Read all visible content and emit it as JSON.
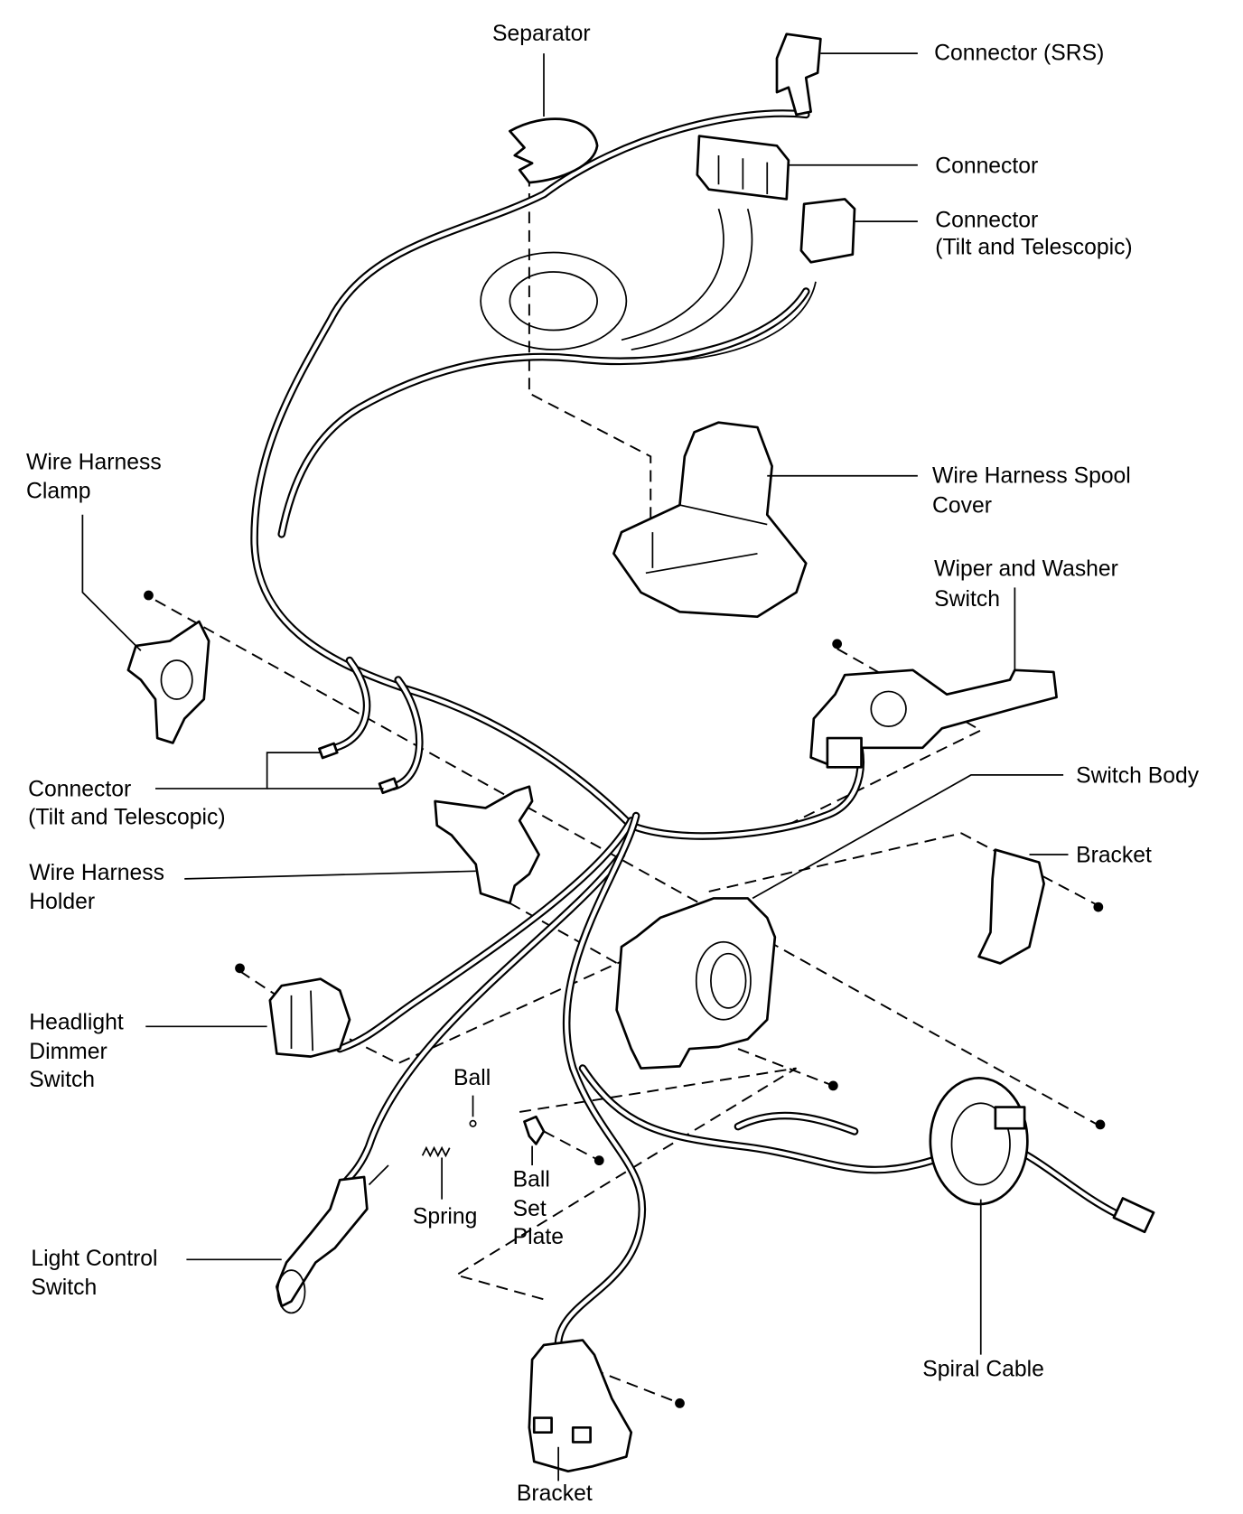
{
  "labels": {
    "separator": [
      "Separator"
    ],
    "connector_srs": [
      "Connector (SRS)"
    ],
    "connector": [
      "Connector"
    ],
    "connector_tilt_right": [
      "Connector",
      "(Tilt and Telescopic)"
    ],
    "spool_cover": [
      "Wire Harness Spool",
      "Cover"
    ],
    "wiper_switch": [
      "Wiper and Washer",
      "Switch"
    ],
    "switch_body": [
      "Switch Body"
    ],
    "bracket_right": [
      "Bracket"
    ],
    "harness_clamp": [
      "Wire Harness",
      "Clamp"
    ],
    "connector_tilt_left": [
      "Connector",
      "(Tilt and Telescopic)"
    ],
    "harness_holder": [
      "Wire Harness",
      "Holder"
    ],
    "headlight_dimmer": [
      "Headlight",
      "Dimmer",
      "Switch"
    ],
    "ball": [
      "Ball"
    ],
    "spring": [
      "Spring"
    ],
    "ball_set_plate": [
      "Ball",
      "Set",
      "Plate"
    ],
    "light_control": [
      "Light Control",
      "Switch"
    ],
    "spiral_cable": [
      "Spiral Cable"
    ],
    "bracket_bottom": [
      "Bracket"
    ]
  }
}
